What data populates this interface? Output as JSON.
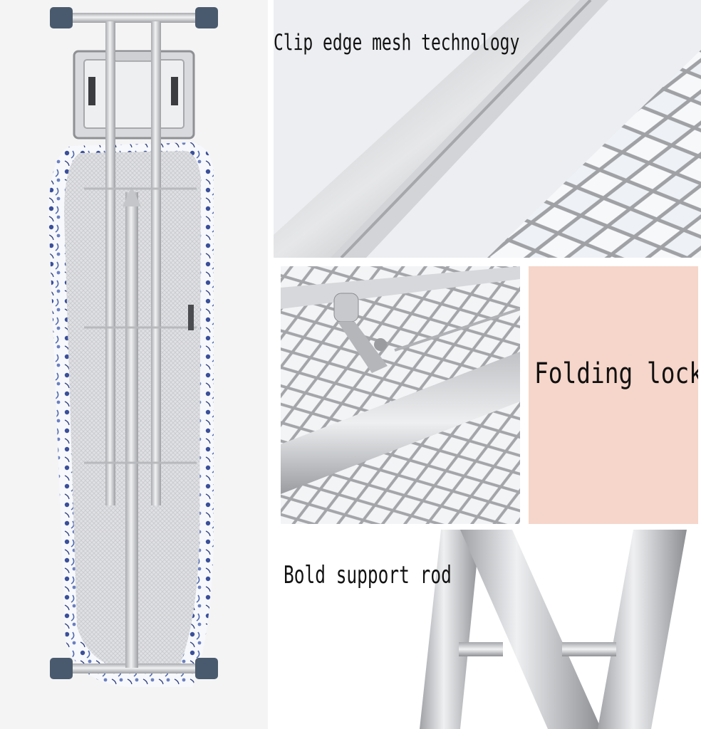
{
  "captions": {
    "mesh": "Clip edge mesh technology",
    "lock": "Folding lock",
    "rod": "Bold support rod"
  },
  "colors": {
    "lock_label_background": "#f6d6ca",
    "foot_caps": "#4a5a6e",
    "metal": "#c9cacd",
    "cover_pattern": "#3a4f9a"
  },
  "images": {
    "board": "ironing-board-top-view",
    "mesh": "mesh-edge-closeup",
    "lock": "folding-lock-closeup",
    "rod": "support-rod-closeup"
  }
}
